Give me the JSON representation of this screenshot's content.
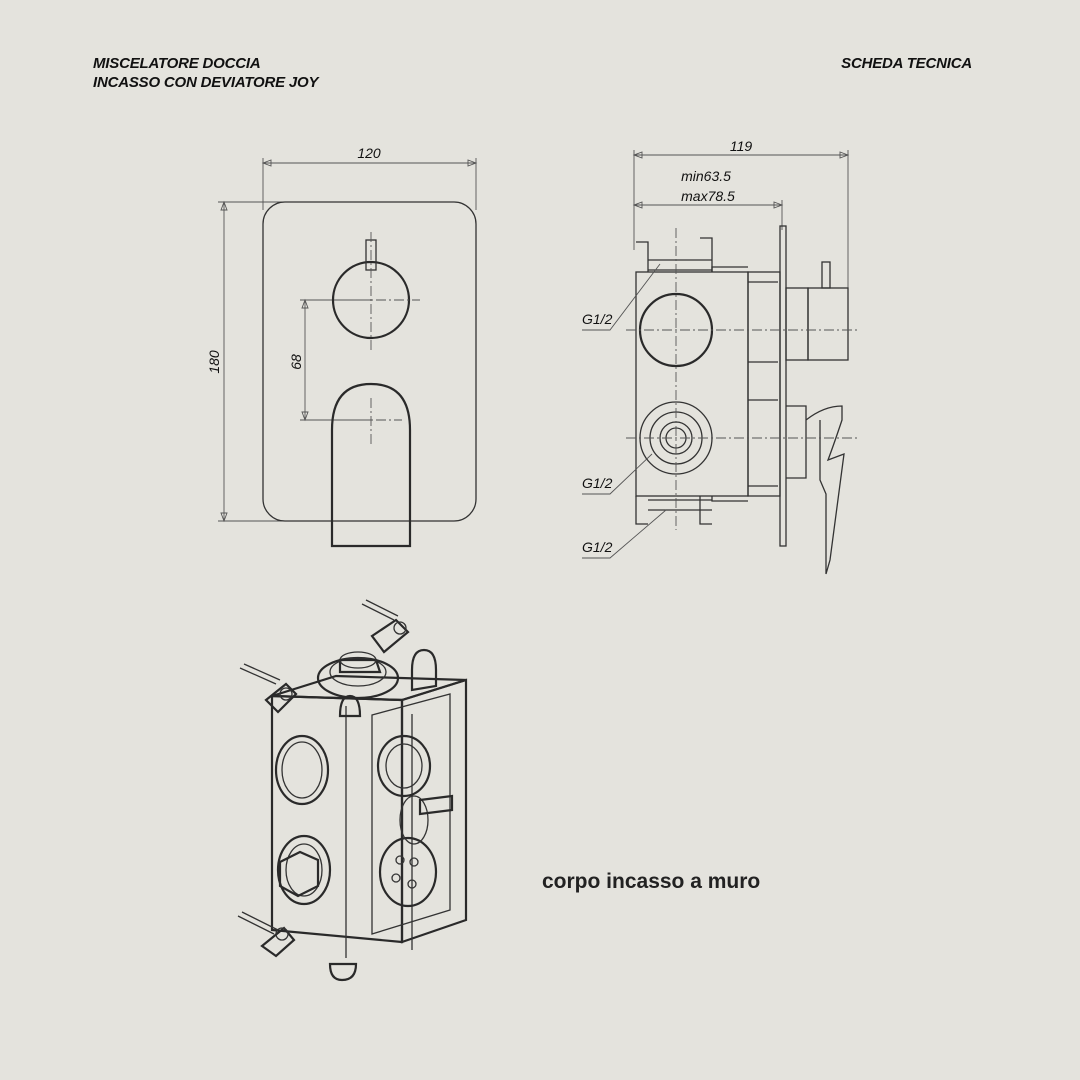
{
  "header": {
    "title_line1": "MISCELATORE DOCCIA",
    "title_line2": "INCASSO CON DEVIATORE JOY",
    "doc_type": "SCHEDA TECNICA"
  },
  "front_view": {
    "width_label": "120",
    "height_label": "180",
    "spacing_label": "68"
  },
  "side_view": {
    "depth_label": "119",
    "min_label": "min63.5",
    "max_label": "max78.5",
    "thread_top": "G1/2",
    "thread_middle": "G1/2",
    "thread_bottom": "G1/2"
  },
  "body_view": {
    "caption": "corpo incasso a muro"
  }
}
